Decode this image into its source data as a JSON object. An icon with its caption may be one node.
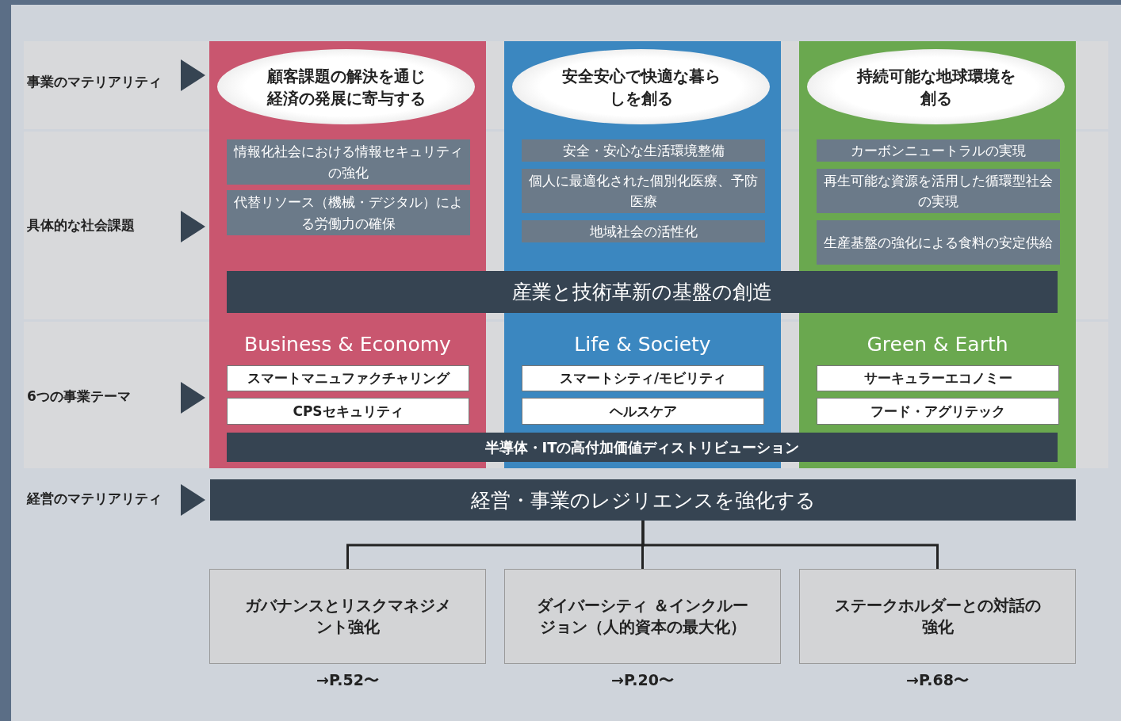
{
  "diagram": {
    "nodes": [
      {
        "text": [
          "Business & Economy"
        ]
      },
      {
        "text": [
          "顧客課題の解決を通じ経済の発展に寄与する"
        ],
        "in": 0
      },
      {
        "text": [
          "情報化社会における情報セキュリティの強化"
        ],
        "in": 0
      },
      {
        "text": [
          "代替リソース（機械・デジタル）による労働力の確保"
        ],
        "in": 0
      },
      {
        "text": [
          "スマートマニュファクチャリング"
        ],
        "in": 0
      },
      {
        "text": [
          "CPSセキュリティ"
        ],
        "in": 0
      },
      {
        "text": [
          "Life & Society"
        ]
      },
      {
        "text": [
          "安全安心で快適な暮らしを創る"
        ],
        "in": 6
      },
      {
        "text": [
          "安全・安心な生活環境整備"
        ],
        "in": 6
      },
      {
        "text": [
          "個人に最適化された個別化医療、予防医療"
        ],
        "in": 6
      },
      {
        "text": [
          "地域社会の活性化"
        ],
        "in": 6
      },
      {
        "text": [
          "スマートシティ/モビリティ"
        ],
        "in": 6
      },
      {
        "text": [
          "ヘルスケア"
        ],
        "in": 6
      },
      {
        "text": [
          "Green & Earth"
        ]
      },
      {
        "text": [
          "持続可能な地球環境を創る"
        ],
        "in": 13
      },
      {
        "text": [
          "カーボンニュートラルの実現"
        ],
        "in": 13
      },
      {
        "text": [
          "再生可能な資源を活用した循環型社会の実現"
        ],
        "in": 13
      },
      {
        "text": [
          "生産基盤の強化による食料の安定供給"
        ],
        "in": 13
      },
      {
        "text": [
          "サーキュラーエコノミー"
        ],
        "in": 13
      },
      {
        "text": [
          "フード・アグリテック"
        ],
        "in": 13
      },
      {
        "text": [
          "産業と技術革新の基盤の創造"
        ]
      },
      {
        "text": [
          "半導体・ITの高付加価値ディストリビューション"
        ]
      },
      {
        "text": [
          "経営・事業のレジリエンスを強化する"
        ]
      },
      {
        "text": [
          "ガバナンスとリスクマネジメント強化"
        ],
        "beside": [
          "→P.52〜"
        ]
      },
      {
        "text": [
          "ダイバーシティ ＆インクルージョン（人的資本の最大化）"
        ],
        "beside": [
          "→P.20〜"
        ]
      },
      {
        "text": [
          "ステークホルダーとの対話の強化"
        ],
        "beside": [
          "→P.68〜"
        ]
      }
    ],
    "edges": [
      {
        "from": 22,
        "to": 23,
        "arrow": "none"
      },
      {
        "from": 22,
        "to": 24,
        "arrow": "none"
      },
      {
        "from": 22,
        "to": 25,
        "arrow": "none"
      }
    ],
    "labels": [
      "事業のマテリアリティ",
      "具体的な社会課題",
      "6つの事業テーマ",
      "経営のマテリアリティ"
    ]
  }
}
